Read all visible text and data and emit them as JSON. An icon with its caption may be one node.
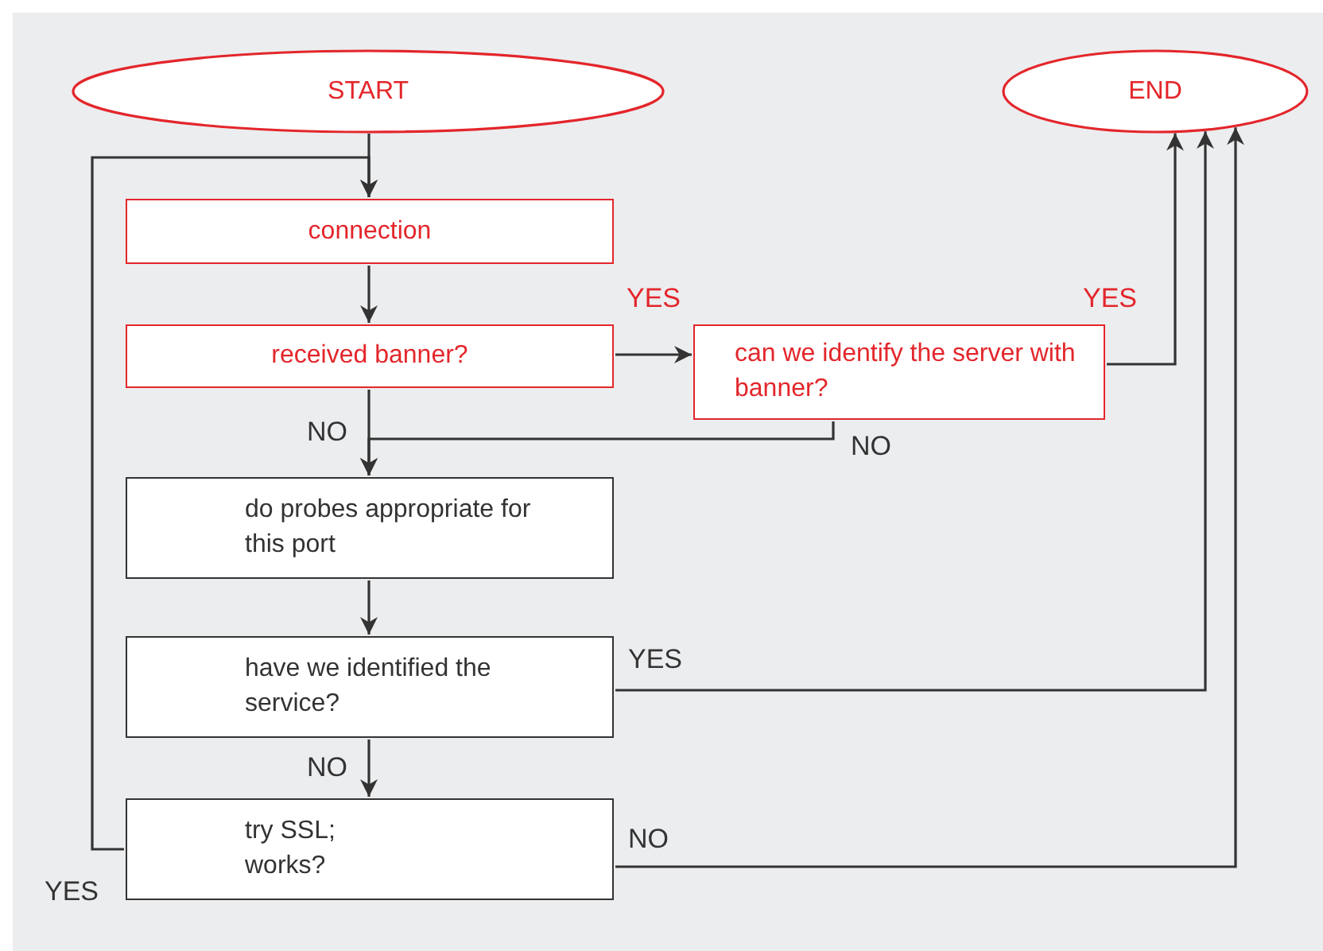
{
  "diagram": {
    "nodes": [
      {
        "text": [
          "START"
        ]
      },
      {
        "text": [
          "END"
        ]
      },
      {
        "text": [
          "connection"
        ]
      },
      {
        "text": [
          "received banner?"
        ]
      },
      {
        "text": [
          "can we identify the server with banner?"
        ]
      },
      {
        "text": [
          "do probes appropriate for this port"
        ]
      },
      {
        "text": [
          "have we identified the service?"
        ]
      },
      {
        "text": [
          "try SSL; works?"
        ]
      }
    ],
    "edges": [
      {
        "from": 0,
        "to": 2,
        "arrow": "to"
      },
      {
        "from": 2,
        "to": 3,
        "arrow": "to"
      },
      {
        "from": 3,
        "to": 4,
        "arrow": "to",
        "label": "YES"
      },
      {
        "from": 4,
        "to": 1,
        "arrow": "to",
        "label": "YES"
      },
      {
        "from": 4,
        "to": 5,
        "arrow": "to",
        "label": "NO"
      },
      {
        "from": 3,
        "to": 5,
        "arrow": "to",
        "label": "NO"
      },
      {
        "from": 5,
        "to": 6,
        "arrow": "to"
      },
      {
        "from": 6,
        "to": 1,
        "arrow": "to",
        "label": "YES"
      },
      {
        "from": 6,
        "to": 7,
        "arrow": "to",
        "label": "NO"
      },
      {
        "from": 7,
        "to": 1,
        "arrow": "to",
        "label": "NO"
      },
      {
        "from": 7,
        "to": 2,
        "arrow": "to",
        "label": "YES"
      }
    ]
  }
}
